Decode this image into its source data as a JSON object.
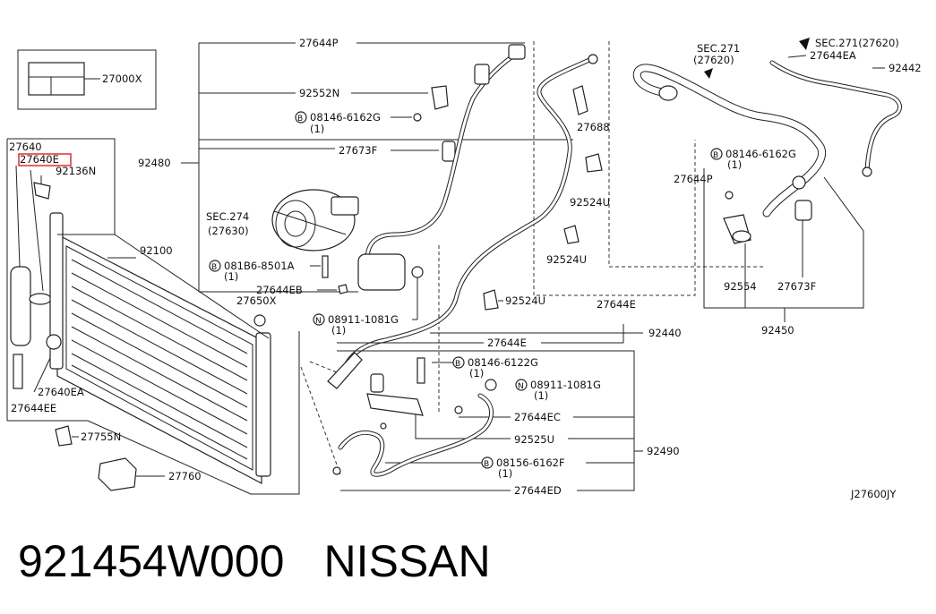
{
  "diagram_labels": {
    "l_27000x": "27000X",
    "l_27644p_top": "27644P",
    "l_92552n": "92552N",
    "l_08146_6162g_a": "08146-6162G",
    "l_qty_a": "(1)",
    "l_27673f_top": "27673F",
    "l_92480": "92480",
    "l_sec274": "SEC.274",
    "l_27630": "(27630)",
    "l_081b6_8501a": "081B6-8501A",
    "l_qty_b": "(1)",
    "l_27644eb": "27644EB",
    "l_27650x": "27650X",
    "l_08911_1081g_a": "08911-1081G",
    "l_qty_c": "(1)",
    "l_27640": "27640",
    "l_27640e": "27640E",
    "l_92136n": "92136N",
    "l_92100": "92100",
    "l_27640ea": "27640EA",
    "l_27644ee": "27644EE",
    "l_27755n": "27755N",
    "l_27760": "27760",
    "l_sec271_a": "SEC.271",
    "l_27620_a": "(27620)",
    "l_sec271_b": "SEC.271(27620)",
    "l_27644ea": "27644EA",
    "l_92442": "92442",
    "l_27688": "27688",
    "l_08146_6162g_b": "08146-6162G",
    "l_qty_d": "(1)",
    "l_27644p_mid": "27644P",
    "l_92524u_a": "92524U",
    "l_92524u_b": "92524U",
    "l_92524u_c": "92524U",
    "l_27644e_a": "27644E",
    "l_92554": "92554",
    "l_27673f_right": "27673F",
    "l_92450": "92450",
    "l_27644e_b": "27644E",
    "l_92440": "92440",
    "l_08146_6122g": "08146-6122G",
    "l_qty_e": "(1)",
    "l_08911_1081g_b": "08911-1081G",
    "l_qty_f": "(1)",
    "l_27644ec": "27644EC",
    "l_92525u": "92525U",
    "l_92490": "92490",
    "l_08156_6162f": "08156-6162F",
    "l_qty_g": "(1)",
    "l_27644ed": "27644ED",
    "l_j27600jy": "J27600JY",
    "bolt_b": "B",
    "nut_n": "N"
  },
  "caption": {
    "part_number": "921454W000",
    "brand": "NISSAN"
  },
  "colors": {
    "highlight": "#e02020",
    "line": "#222222"
  }
}
